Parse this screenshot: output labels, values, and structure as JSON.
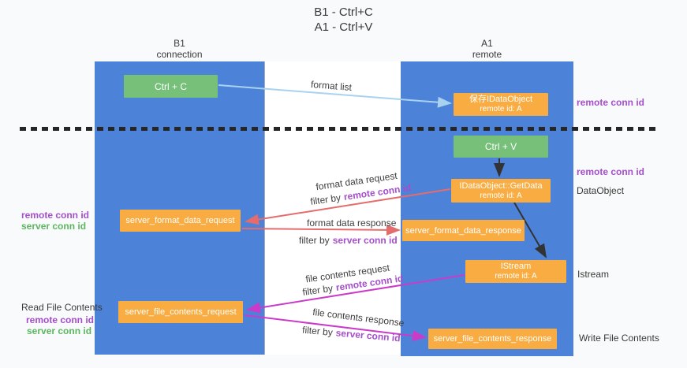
{
  "title": {
    "line1": "B1 - Ctrl+C",
    "line2": "A1 - Ctrl+V"
  },
  "columns": {
    "left": {
      "name": "B1",
      "role": "connection"
    },
    "right": {
      "name": "A1",
      "role": "remote"
    }
  },
  "boxes": {
    "ctrl_c": "Ctrl + C",
    "ctrl_v": "Ctrl + V",
    "save_idataobject": {
      "line1": "保存IDataObject",
      "line2": "remote id: A"
    },
    "getdata": {
      "line1": "IDataObject::GetData",
      "line2": "remote id: A"
    },
    "istream": {
      "line1": "IStream",
      "line2": "remote id: A"
    },
    "server_format_data_request": "server_format_data_request",
    "server_format_data_response": "server_format_data_response",
    "server_file_contents_request": "server_file_contents_request",
    "server_file_contents_response": "server_file_contents_response"
  },
  "flow": {
    "format_list": "format list",
    "format_data_request": "format data request",
    "format_data_response": "format data response",
    "file_contents_request": "file contents request",
    "file_contents_response": "file contents response",
    "filter_by": "filter by",
    "remote_conn_id": "remote conn id",
    "server_conn_id": "server conn id"
  },
  "side": {
    "remote_conn_id": "remote conn id",
    "server_conn_id": "server conn id",
    "dataobject": "DataObject",
    "istream": "Istream",
    "read_file_contents": "Read File Contents",
    "write_file_contents": "Write File Contents"
  },
  "colors": {
    "bg": "#f9fafb",
    "lane": "#ffffff",
    "blue": "#4d82d9",
    "green_box": "#77c07a",
    "orange": "#f9ac42",
    "purple": "#a54ecb",
    "green_text": "#5cb65f",
    "salmon": "#e56c6c",
    "magenta": "#ca3bca",
    "light_blue": "#a8d2f0",
    "dark": "#3d3d3d",
    "dash": "#262626"
  }
}
